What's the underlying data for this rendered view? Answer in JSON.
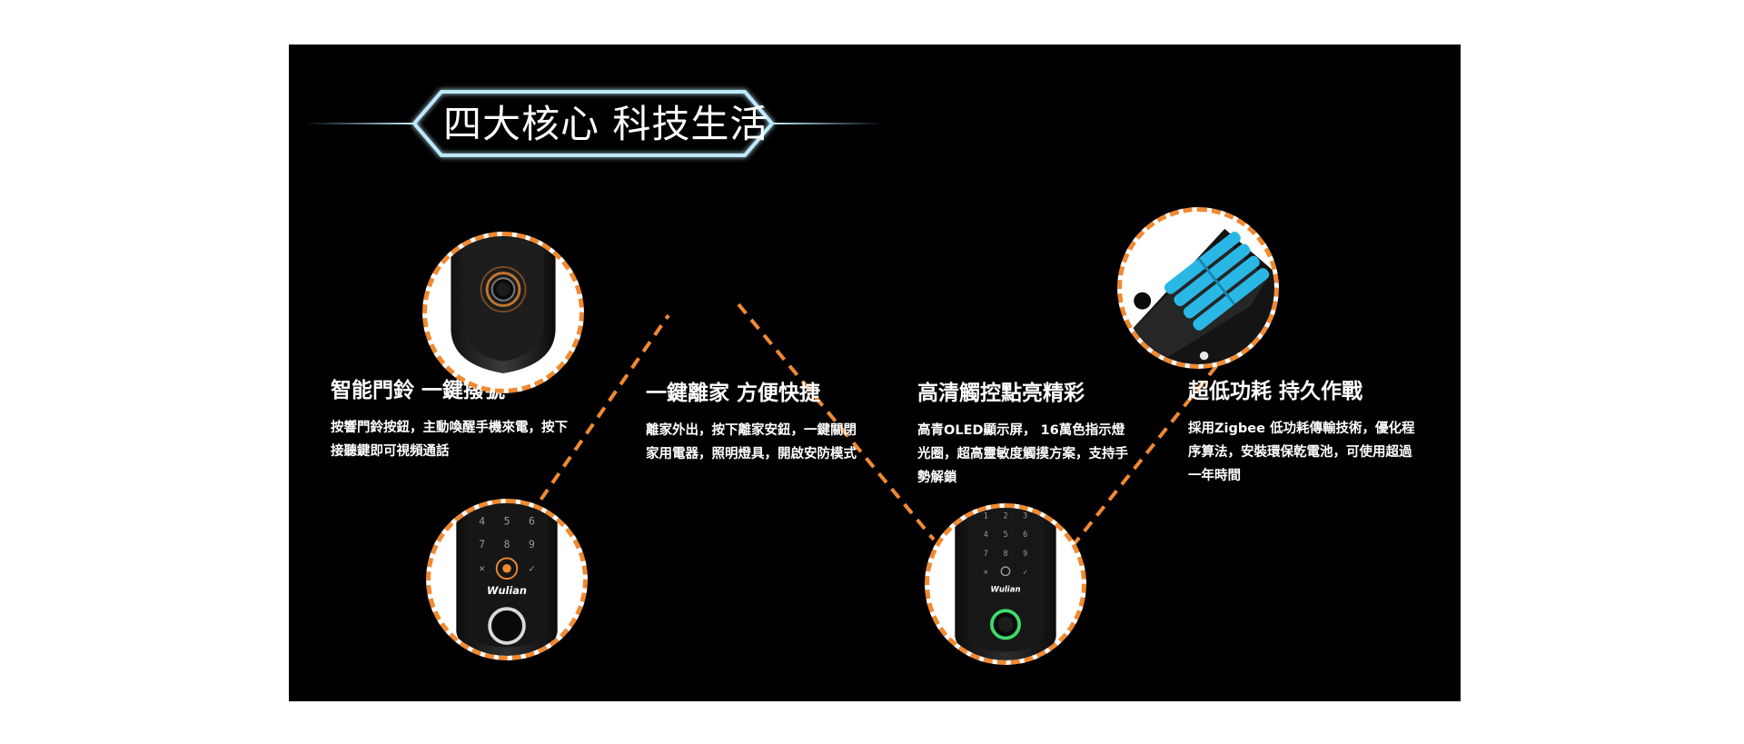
{
  "banner": {
    "title": "四大核心 科技生活"
  },
  "features": [
    {
      "title": "智能門鈴 一鍵撥號",
      "desc": "按響門鈴按鈕，主動喚醒手機來電，按下接聽鍵即可視頻通話"
    },
    {
      "title": "一鍵離家 方便快捷",
      "desc": "離家外出，按下離家安鈕，一鍵關閉家用電器，照明燈具，開啟安防模式"
    },
    {
      "title": "高清觸控點亮精彩",
      "desc": "高青OLED顯示屏， 16萬色指示燈光圈，超高靈敏度觸摸方案，支持手勢解鎖"
    },
    {
      "title": "超低功耗 持久作戰",
      "desc": "採用Zigbee 低功耗傳輸技術，優化程序算法，安裝環保乾電池，可使用超過一年時間"
    }
  ],
  "lock_images": {
    "brand": "Wulian",
    "keypad_left": [
      "4",
      "5",
      "6",
      "7",
      "8",
      "9",
      "×",
      "✓"
    ],
    "keypad_right": [
      "1",
      "2",
      "3",
      "4",
      "5",
      "6",
      "7",
      "8",
      "9",
      "×",
      "✓"
    ]
  },
  "colors": {
    "panel": "#000000",
    "accent_orange": "#f08a32",
    "title_glow": "#8fd6f4",
    "battery": "#29b8e6",
    "fingerprint_ring": "#3ddc6a"
  },
  "icons": [
    "doorbell-button-icon",
    "battery-pack-icon",
    "fingerprint-reader-icon",
    "touch-keypad-icon"
  ]
}
